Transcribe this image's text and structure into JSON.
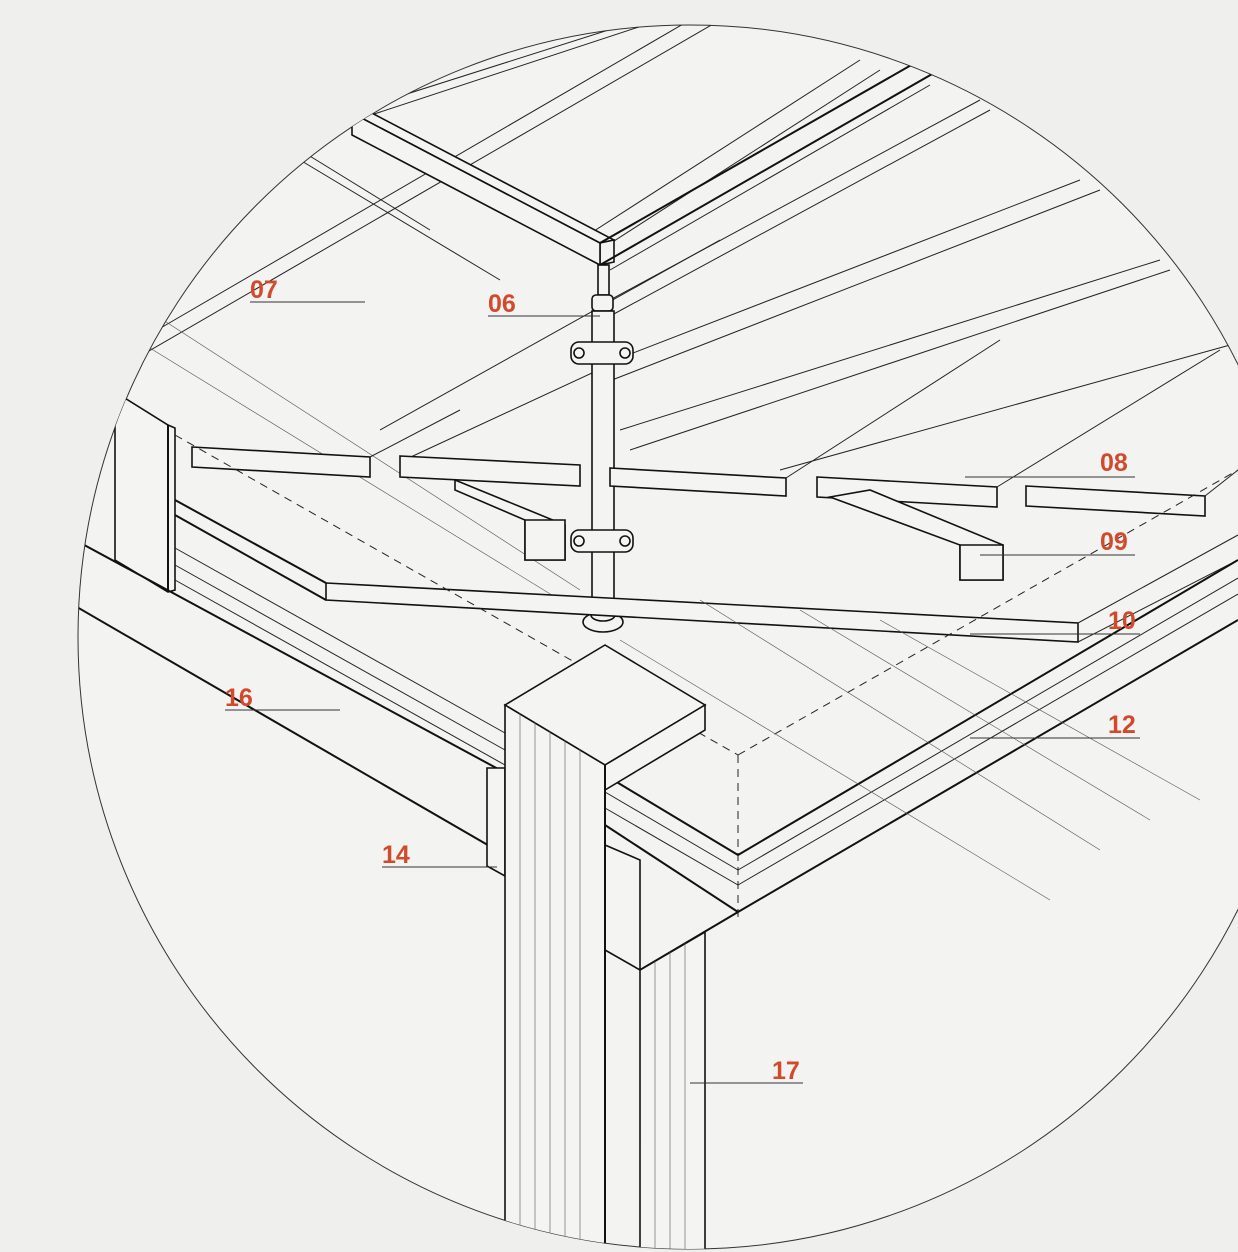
{
  "colors": {
    "background": "#efefee",
    "linework": "#111111",
    "callout": "#d24a2c"
  },
  "callouts": [
    {
      "id": "c07",
      "label": "07"
    },
    {
      "id": "c06",
      "label": "06"
    },
    {
      "id": "c08",
      "label": "08"
    },
    {
      "id": "c09",
      "label": "09"
    },
    {
      "id": "c10",
      "label": "10"
    },
    {
      "id": "c16",
      "label": "16"
    },
    {
      "id": "c12",
      "label": "12"
    },
    {
      "id": "c14",
      "label": "14"
    },
    {
      "id": "c17",
      "label": "17"
    }
  ]
}
